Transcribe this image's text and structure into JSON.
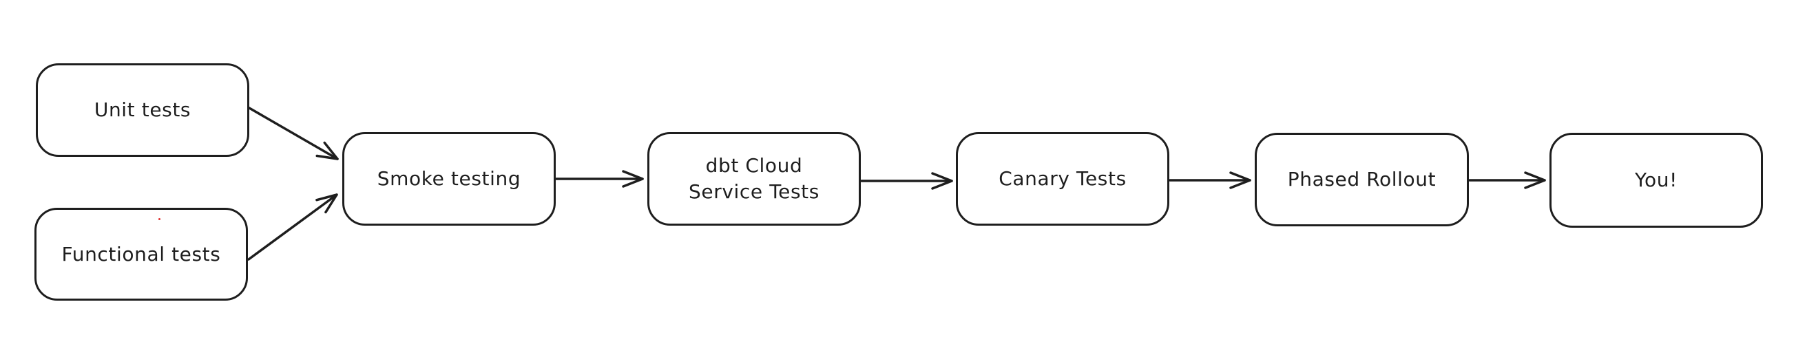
{
  "diagram": {
    "title": "release testing pipeline flowchart",
    "colors": {
      "background": "#ffffff",
      "stroke": "#1e1e1e",
      "box_fill": "#ffffff",
      "artifact_dot": "#e03131"
    },
    "nodes": [
      {
        "id": "unit-tests",
        "label": "Unit tests"
      },
      {
        "id": "functional-tests",
        "label": "Functional tests"
      },
      {
        "id": "smoke-testing",
        "label": "Smoke testing"
      },
      {
        "id": "dbt-cloud-service-tests",
        "label": "dbt Cloud\nService Tests"
      },
      {
        "id": "canary-tests",
        "label": "Canary Tests"
      },
      {
        "id": "phased-rollout",
        "label": "Phased Rollout"
      },
      {
        "id": "you",
        "label": "You!"
      }
    ],
    "edges": [
      {
        "from": "unit-tests",
        "to": "smoke-testing"
      },
      {
        "from": "functional-tests",
        "to": "smoke-testing"
      },
      {
        "from": "smoke-testing",
        "to": "dbt-cloud-service-tests"
      },
      {
        "from": "dbt-cloud-service-tests",
        "to": "canary-tests"
      },
      {
        "from": "canary-tests",
        "to": "phased-rollout"
      },
      {
        "from": "phased-rollout",
        "to": "you"
      }
    ]
  }
}
